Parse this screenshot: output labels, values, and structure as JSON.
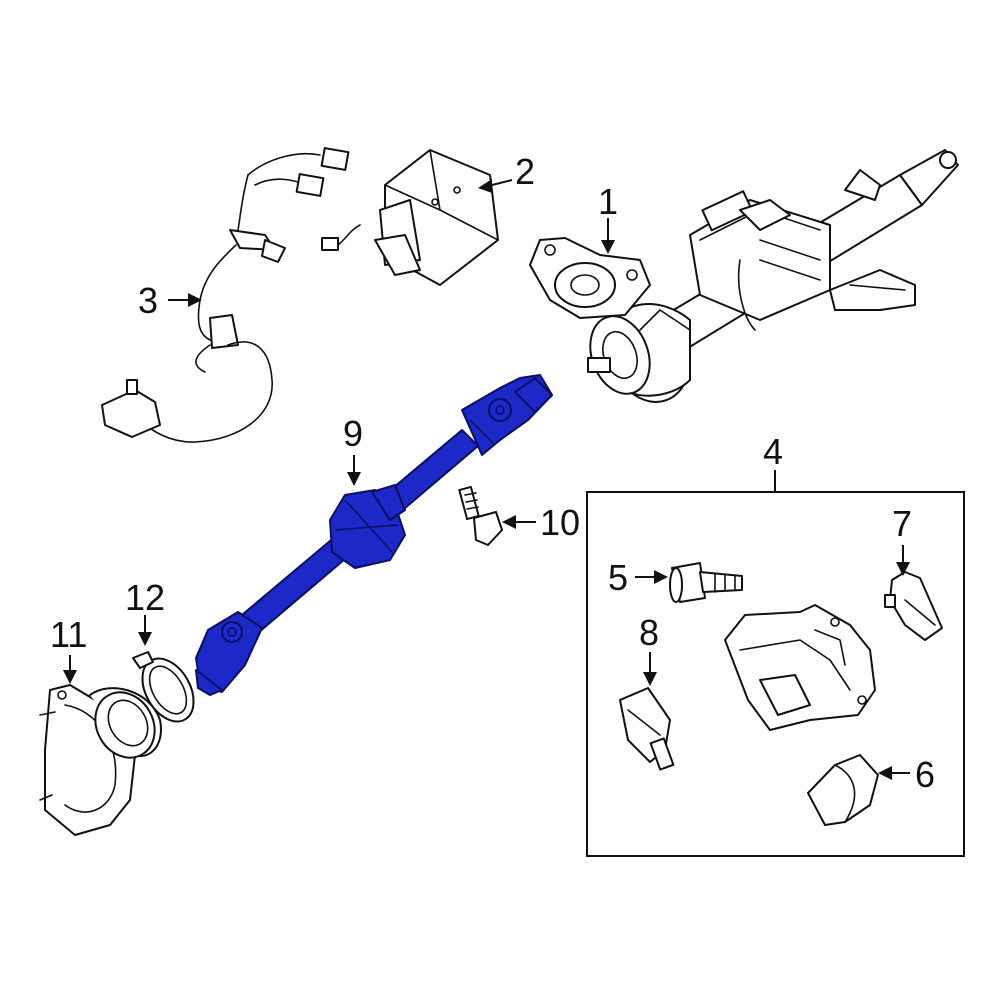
{
  "diagram": {
    "highlight_color": "#1c28c8",
    "callouts": {
      "c1": "1",
      "c2": "2",
      "c3": "3",
      "c4": "4",
      "c5": "5",
      "c6": "6",
      "c7": "7",
      "c8": "8",
      "c9": "9",
      "c10": "10",
      "c11": "11",
      "c12": "12"
    }
  }
}
